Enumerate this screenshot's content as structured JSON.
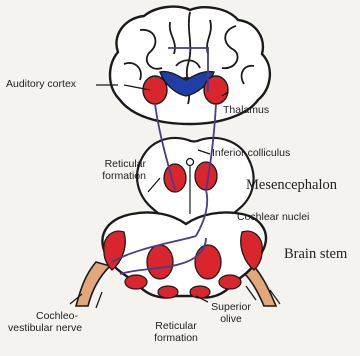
{
  "diagram": {
    "labels": {
      "auditory_cortex": "Auditory cortex",
      "thalamus": "Thalamus",
      "inferior_colliculus": "Inferior colliculus",
      "reticular_formation_mid_1": "Reticular",
      "reticular_formation_mid_2": "formation",
      "mesencephalon": "Mesencephalon",
      "cochlear_nuclei": "Cochlear nuclei",
      "brain_stem": "Brain stem",
      "cochleo_vestibular_nerve_1": "Cochleo-",
      "cochleo_vestibular_nerve_2": "vestibular nerve",
      "reticular_formation_low_1": "Reticular",
      "reticular_formation_low_2": "formation",
      "superior_olive_1": "Superior",
      "superior_olive_2": "olive"
    },
    "colors": {
      "nucleus_red": "#d9262c",
      "pathway_purple": "#4a3a8c",
      "ventricle_blue": "#1f3fa8",
      "nerve_orange": "#d9a070",
      "outline": "#1a1a1a",
      "background": "#f4f3ef"
    }
  }
}
